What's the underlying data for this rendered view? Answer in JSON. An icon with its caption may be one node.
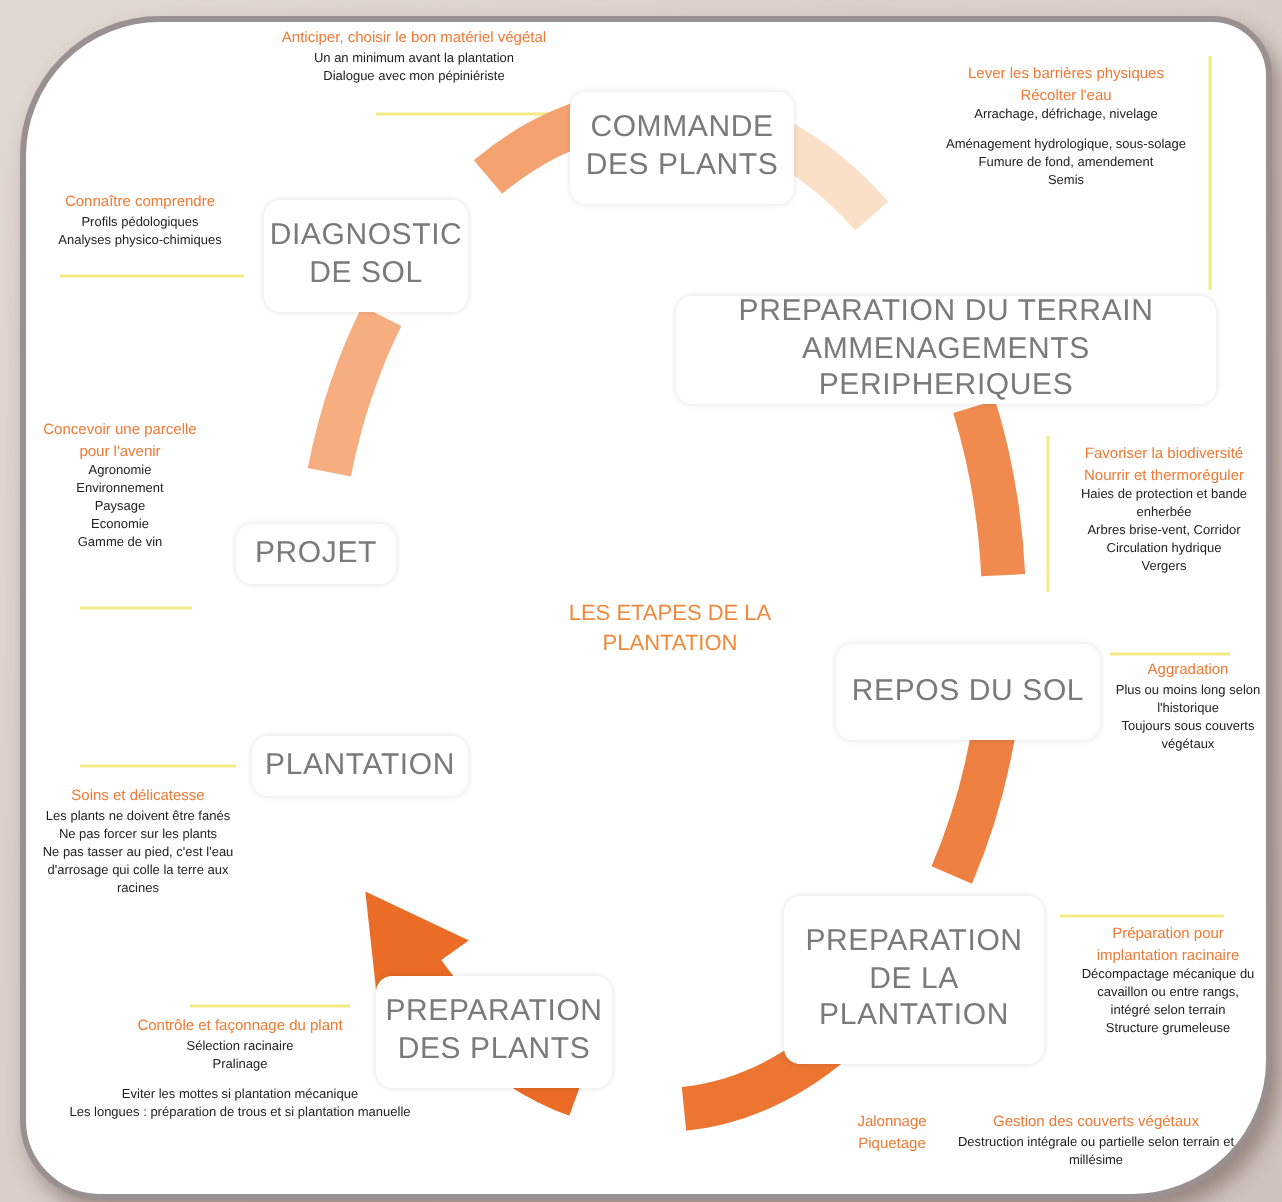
{
  "diagram": {
    "title": "LES ETAPES DE LA PLANTATION",
    "nodes": [
      {
        "text": [
          "PROJET"
        ]
      },
      {
        "text": [
          "DIAGNOSTIC DE SOL"
        ]
      },
      {
        "text": [
          "COMMANDE DES PLANTS"
        ]
      },
      {
        "text": [
          "PREPARATION DU TERRAIN AMMENAGEMENTS PERIPHERIQUES"
        ]
      },
      {
        "text": [
          "REPOS DU SOL"
        ]
      },
      {
        "text": [
          "PREPARATION DE LA PLANTATION"
        ]
      },
      {
        "text": [
          "PREPARATION DES PLANTS"
        ]
      },
      {
        "text": [
          "PLANTATION"
        ]
      }
    ],
    "edges": [
      {
        "from": 0,
        "to": 1,
        "arrow": "none"
      },
      {
        "from": 1,
        "to": 2,
        "arrow": "none"
      },
      {
        "from": 2,
        "to": 3,
        "arrow": "none",
        "color": "#fbe0c8"
      },
      {
        "from": 3,
        "to": 4,
        "arrow": "none"
      },
      {
        "from": 4,
        "to": 5,
        "arrow": "none"
      },
      {
        "from": 5,
        "to": 6,
        "arrow": "none"
      },
      {
        "from": 6,
        "to": 7,
        "arrow": "to"
      }
    ],
    "labels": [
      "Anticiper, choisir le bon matériel végétal",
      "Un an minimum avant la plantation",
      "Dialogue avec mon pépiniériste",
      "Lever les barrières physiques",
      "Récolter l'eau",
      "Arrachage, défrichage, nivelage",
      "Aménagement hydrologique, sous-solage",
      "Fumure de fond, amendement",
      "Semis",
      "Connaître comprendre",
      "Profils pédologiques",
      "Analyses physico-chimiques",
      "Concevoir une parcelle pour l'avenir",
      "Agronomie",
      "Environnement",
      "Paysage",
      "Economie",
      "Gamme de vin",
      "Favoriser la biodiversité",
      "Nourrir et thermoréguler",
      "Haies de protection et bande enherbée",
      "Arbres brise-vent, Corridor",
      "Circulation hydrique",
      "Vergers",
      "Aggradation",
      "Plus ou moins long selon l'historique",
      "Toujours sous couverts végétaux",
      "Soins et délicatesse",
      "Les plants ne doivent être fanés",
      "Ne pas forcer sur les plants",
      "Ne pas tasser au pied, c'est l'eau d'arrosage qui colle la terre aux racines",
      "Préparation pour implantation racinaire",
      "Décompactage mécanique du cavaillon ou entre rangs, intégré selon terrain",
      "Structure grumeleuse",
      "Contrôle et façonnage du plant",
      "Sélection racinaire",
      "Pralinage",
      "Eviter les mottes si plantation mécanique",
      "Les longues : préparation de trous et si plantation manuelle",
      "Jalonnage",
      "Piquetage",
      "Gestion des couverts végétaux",
      "Destruction intégrale ou partielle selon terrain et millésime"
    ]
  }
}
